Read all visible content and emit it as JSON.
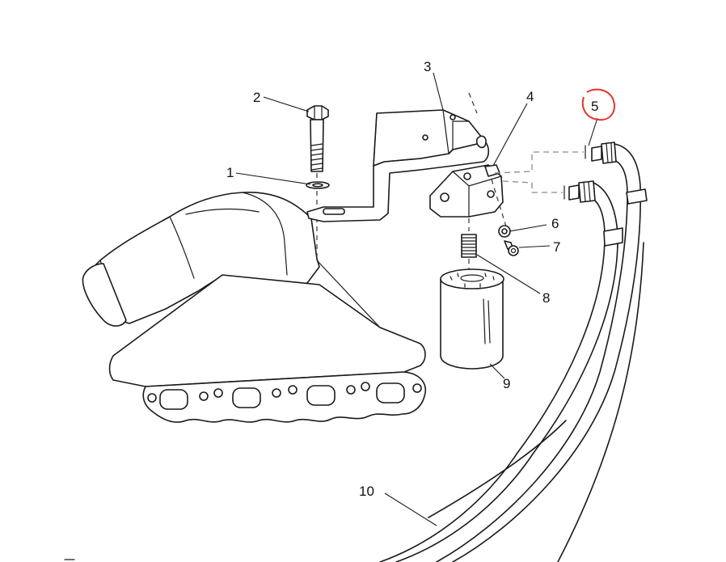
{
  "callouts": {
    "c1": "1",
    "c2": "2",
    "c3": "3",
    "c4": "4",
    "c5": "5",
    "c6": "6",
    "c7": "7",
    "c8": "8",
    "c9": "9",
    "c10": "10"
  },
  "colors": {
    "highlight_circle": "#e8322a"
  }
}
